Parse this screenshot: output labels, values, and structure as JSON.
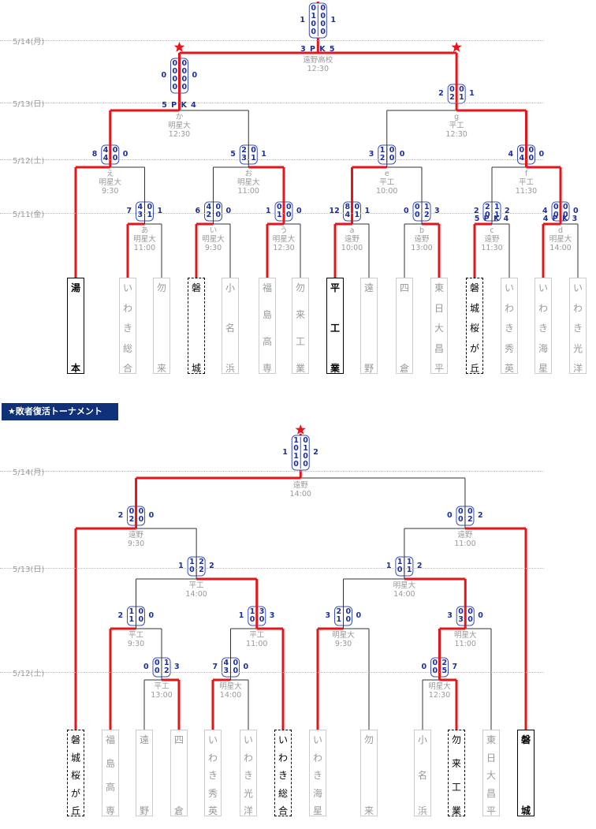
{
  "dates": [
    "5/14(月)",
    "5/13(日)",
    "5/12(土)",
    "5/11(金)"
  ],
  "loser_dates": [
    "5/14(月)",
    "5/13(日)",
    "5/12(土)"
  ],
  "banner": "★敗者復活トーナメント",
  "main": {
    "teams": [
      {
        "name": "湯本",
        "mode": "won"
      },
      {
        "name": "いわき総合",
        "mode": "lost"
      },
      {
        "name": "勿来",
        "mode": "lost"
      },
      {
        "name": "磐城",
        "mode": "dot"
      },
      {
        "name": "小名浜",
        "mode": "lost"
      },
      {
        "name": "福島高専",
        "mode": "lost"
      },
      {
        "name": "勿来工業",
        "mode": "lost"
      },
      {
        "name": "平工業",
        "mode": "won"
      },
      {
        "name": "遠野",
        "mode": "lost"
      },
      {
        "name": "四倉",
        "mode": "lost"
      },
      {
        "name": "東日大昌平",
        "mode": "lost"
      },
      {
        "name": "磐城桜が丘",
        "mode": "dot"
      },
      {
        "name": "いわき秀英",
        "mode": "lost"
      },
      {
        "name": "いわき海星",
        "mode": "lost"
      },
      {
        "name": "いわき光洋",
        "mode": "lost"
      }
    ],
    "r1": [
      {
        "id": "あ",
        "venue": "明星大",
        "time": "11:00",
        "ls": "7",
        "sc": [
          [
            "4",
            "0"
          ],
          [
            "3",
            "1"
          ]
        ],
        "rs": "1"
      },
      {
        "id": "い",
        "venue": "明星大",
        "time": "9:30",
        "ls": "6",
        "sc": [
          [
            "4",
            "0"
          ],
          [
            "2",
            "0"
          ]
        ],
        "rs": "0"
      },
      {
        "id": "う",
        "venue": "明星大",
        "time": "12:30",
        "ls": "1",
        "sc": [
          [
            "0",
            "0"
          ],
          [
            "1",
            "0"
          ]
        ],
        "rs": "0"
      },
      {
        "id": "a",
        "venue": "遠野",
        "time": "10:00",
        "ls": "12",
        "sc": [
          [
            "8",
            "0"
          ],
          [
            "4",
            "1"
          ]
        ],
        "rs": "1"
      },
      {
        "id": "b",
        "venue": "遠野",
        "time": "13:00",
        "ls": "0",
        "sc": [
          [
            "0",
            "1"
          ],
          [
            "0",
            "2"
          ]
        ],
        "rs": "3"
      },
      {
        "id": "c",
        "venue": "遠野",
        "time": "11:30",
        "ls": "2",
        "sc": [
          [
            "2",
            "1"
          ],
          [
            "0",
            "1"
          ]
        ],
        "rs": "2",
        "pk": "5 P K 4"
      },
      {
        "id": "d",
        "venue": "明星大",
        "time": "14:00",
        "ls": "4",
        "sc": [
          [
            "0",
            "0"
          ],
          [
            "0",
            "0"
          ]
        ],
        "rs": "0",
        "pk": "4 P K 3"
      }
    ],
    "r2": [
      {
        "id": "え",
        "venue": "明星大",
        "time": "9:30",
        "ls": "8",
        "sc": [
          [
            "4",
            "0"
          ],
          [
            "4",
            "0"
          ]
        ],
        "rs": "0"
      },
      {
        "id": "お",
        "venue": "明星大",
        "time": "11:00",
        "ls": "5",
        "sc": [
          [
            "2",
            "0"
          ],
          [
            "3",
            "1"
          ]
        ],
        "rs": "1"
      },
      {
        "id": "e",
        "venue": "平工",
        "time": "10:00",
        "ls": "3",
        "sc": [
          [
            "1",
            "0"
          ],
          [
            "2",
            "0"
          ]
        ],
        "rs": "0"
      },
      {
        "id": "f",
        "venue": "平工",
        "time": "11:30",
        "ls": "4",
        "sc": [
          [
            "0",
            "0"
          ],
          [
            "4",
            "0"
          ]
        ],
        "rs": "0"
      }
    ],
    "r3": [
      {
        "id": "か",
        "venue": "明星大",
        "time": "12:30",
        "ls": "0",
        "sc": [
          [
            "0",
            "0"
          ],
          [
            "0",
            "0"
          ],
          [
            "0",
            "0"
          ],
          [
            "0",
            "0"
          ]
        ],
        "rs": "0",
        "pk": "5 P K 4"
      },
      {
        "id": "g",
        "venue": "平工",
        "time": "12:30",
        "ls": "2",
        "sc": [
          [
            "0",
            "0"
          ],
          [
            "2",
            "1"
          ]
        ],
        "rs": "1"
      }
    ],
    "final": {
      "venue": "遠野高校",
      "time": "12:30",
      "ls": "1",
      "sc": [
        [
          "0",
          "0"
        ],
        [
          "1",
          "0"
        ],
        [
          "0",
          "0"
        ],
        [
          "0",
          "0"
        ]
      ],
      "rs": "1",
      "pk": "3 P K 5"
    }
  },
  "loser": {
    "teams": [
      {
        "name": "磐城桜が丘",
        "mode": "dot"
      },
      {
        "name": "福島高専",
        "mode": "lost"
      },
      {
        "name": "遠野",
        "mode": "lost"
      },
      {
        "name": "四倉",
        "mode": "lost"
      },
      {
        "name": "いわき秀英",
        "mode": "lost"
      },
      {
        "name": "いわき光洋",
        "mode": "lost"
      },
      {
        "name": "いわき総合",
        "mode": "dot"
      },
      {
        "name": "いわき海星",
        "mode": "lost"
      },
      {
        "name": "勿来",
        "mode": "lost"
      },
      {
        "name": "小名浜",
        "mode": "lost"
      },
      {
        "name": "勿来工業",
        "mode": "dot"
      },
      {
        "name": "東日大昌平",
        "mode": "lost"
      },
      {
        "name": "磐城",
        "mode": "won"
      }
    ],
    "g1": {
      "venue": "平工",
      "time": "13:00",
      "ls": "0",
      "sc": [
        [
          "0",
          "1"
        ],
        [
          "0",
          "2"
        ]
      ],
      "rs": "3"
    },
    "g2": {
      "venue": "明星大",
      "time": "14:00",
      "ls": "7",
      "sc": [
        [
          "4",
          "0"
        ],
        [
          "3",
          "0"
        ]
      ],
      "rs": "0"
    },
    "g3": {
      "venue": "明星大",
      "time": "12:30",
      "ls": "0",
      "sc": [
        [
          "0",
          "2"
        ],
        [
          "0",
          "5"
        ]
      ],
      "rs": "7"
    },
    "g4": {
      "venue": "平工",
      "time": "9:30",
      "ls": "2",
      "sc": [
        [
          "1",
          "0"
        ],
        [
          "1",
          "0"
        ]
      ],
      "rs": "0"
    },
    "g5": {
      "venue": "平工",
      "time": "11:00",
      "ls": "1",
      "sc": [
        [
          "1",
          "3"
        ],
        [
          "0",
          "0"
        ]
      ],
      "rs": "3"
    },
    "g6": {
      "venue": "明星大",
      "time": "9:30",
      "ls": "3",
      "sc": [
        [
          "2",
          "0"
        ],
        [
          "1",
          "0"
        ]
      ],
      "rs": "0"
    },
    "g7": {
      "venue": "明星大",
      "time": "11:00",
      "ls": "3",
      "sc": [
        [
          "0",
          "0"
        ],
        [
          "3",
          "0"
        ]
      ],
      "rs": "0"
    },
    "g8": {
      "venue": "平工",
      "time": "14:00",
      "ls": "1",
      "sc": [
        [
          "1",
          "2"
        ],
        [
          "0",
          "2"
        ]
      ],
      "rs": "2"
    },
    "g9": {
      "venue": "明星大",
      "time": "14:00",
      "ls": "1",
      "sc": [
        [
          "1",
          "1"
        ],
        [
          "0",
          "1"
        ]
      ],
      "rs": "2"
    },
    "g10": {
      "venue": "遠野",
      "time": "9:30",
      "ls": "2",
      "sc": [
        [
          "0",
          "0"
        ],
        [
          "2",
          "0"
        ]
      ],
      "rs": "0"
    },
    "g11": {
      "venue": "遠野",
      "time": "11:00",
      "ls": "0",
      "sc": [
        [
          "0",
          "0"
        ],
        [
          "0",
          "2"
        ]
      ],
      "rs": "2"
    },
    "final": {
      "venue": "遠野",
      "time": "14:00",
      "ls": "1",
      "sc": [
        [
          "1",
          "0"
        ],
        [
          "0",
          "1"
        ],
        [
          "1",
          "0"
        ],
        [
          "0",
          "0"
        ]
      ],
      "rs": "2"
    }
  }
}
